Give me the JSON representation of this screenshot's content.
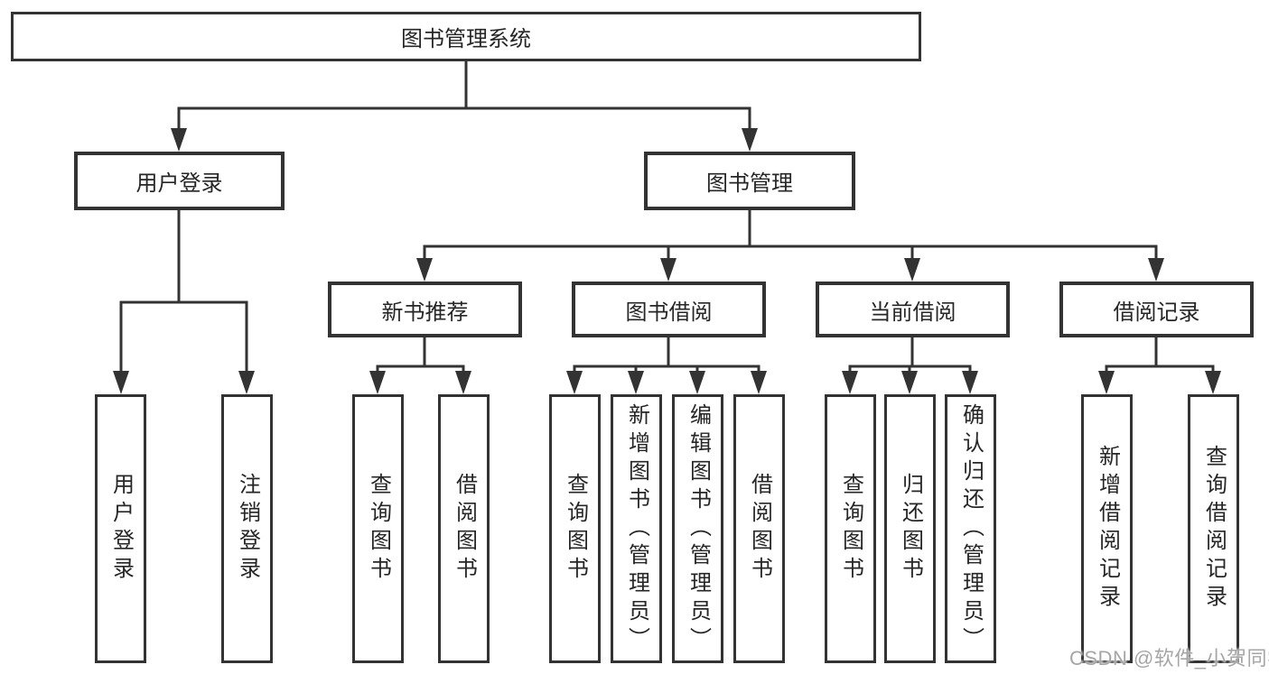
{
  "diagram": {
    "root": {
      "label": "图书管理系统"
    },
    "branches": [
      {
        "label": "用户登录",
        "children": [
          {
            "label": "用户登录"
          },
          {
            "label": "注销登录"
          }
        ]
      },
      {
        "label": "图书管理",
        "children": [
          {
            "label": "新书推荐",
            "children": [
              {
                "label": "查询图书"
              },
              {
                "label": "借阅图书"
              }
            ]
          },
          {
            "label": "图书借阅",
            "children": [
              {
                "label": "查询图书"
              },
              {
                "label": "新增图书（管理员）"
              },
              {
                "label": "编辑图书（管理员）"
              },
              {
                "label": "借阅图书"
              }
            ]
          },
          {
            "label": "当前借阅",
            "children": [
              {
                "label": "查询图书"
              },
              {
                "label": "归还图书"
              },
              {
                "label": "确认归还（管理员）"
              }
            ]
          },
          {
            "label": "借阅记录",
            "children": [
              {
                "label": "新增借阅记录"
              },
              {
                "label": "查询借阅记录"
              }
            ]
          }
        ]
      }
    ]
  },
  "watermark": {
    "text": "CSDN @软件_小贺同学"
  },
  "colors": {
    "line": "#333333",
    "box_border": "#333333",
    "text": "#262626",
    "watermark": "#a6a6a6",
    "background": "#ffffff"
  }
}
